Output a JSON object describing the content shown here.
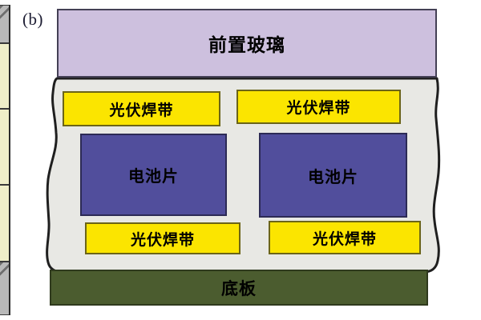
{
  "figure": {
    "panel_label": "(b)",
    "background_color": "#ffffff"
  },
  "layers": {
    "front_glass": {
      "label": "前置玻璃",
      "color": "#cdc0de",
      "border_color": "#444055"
    },
    "encapsulant": {
      "label": "",
      "color": "#e8e8e4",
      "border_color": "#1f1f1f"
    },
    "ribbon_top_left": {
      "label": "光伏焊带",
      "color": "#fbe500",
      "border_color": "#6b6418"
    },
    "ribbon_top_right": {
      "label": "光伏焊带",
      "color": "#fbe500",
      "border_color": "#6b6418"
    },
    "ribbon_bottom_left": {
      "label": "光伏焊带",
      "color": "#fbe500",
      "border_color": "#6b6418"
    },
    "ribbon_bottom_right": {
      "label": "光伏焊带",
      "color": "#fbe500",
      "border_color": "#6b6418"
    },
    "cell_left": {
      "label": "电池片",
      "color": "#514e9c",
      "border_color": "#2c2a55"
    },
    "cell_right": {
      "label": "电池片",
      "color": "#514e9c",
      "border_color": "#2c2a55"
    },
    "back_sheet": {
      "label": "底板",
      "color": "#4b5c2f",
      "border_color": "#2f3a1d"
    }
  },
  "side_panel_fragment": {
    "segments": [
      {
        "fill": "hatch",
        "color": "#b9b9b9"
      },
      {
        "fill": "solid",
        "color": "#efeec8"
      },
      {
        "fill": "solid",
        "color": "#efeec8"
      },
      {
        "fill": "solid",
        "color": "#efeec8"
      },
      {
        "fill": "hatch",
        "color": "#b9b9b9"
      }
    ]
  }
}
